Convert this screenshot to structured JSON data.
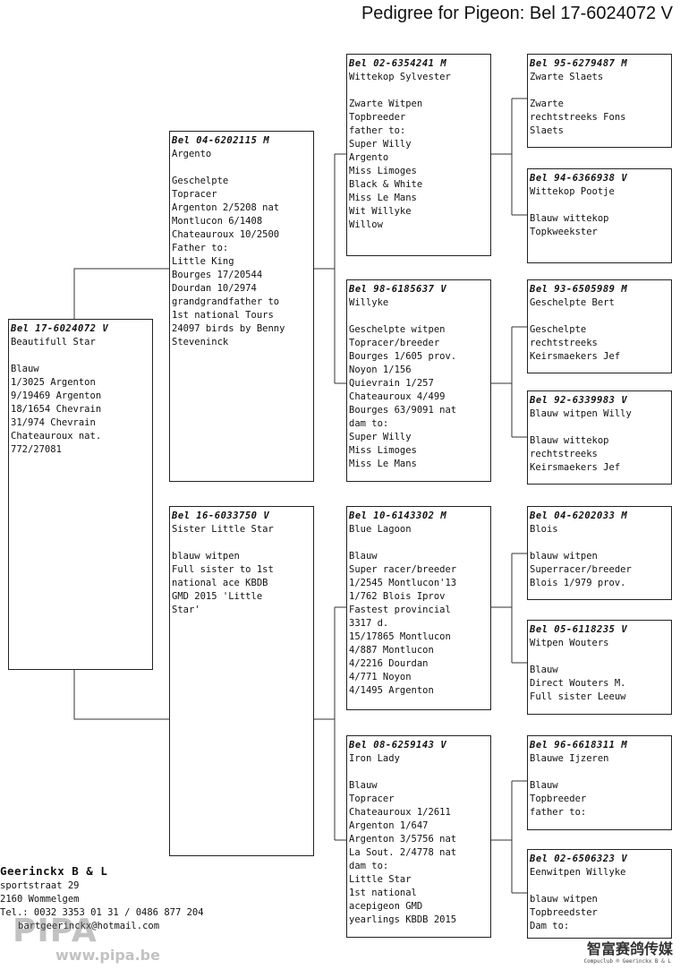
{
  "title": "Pedigree for Pigeon: Bel 17-6024072 V",
  "pigeons": {
    "subject": {
      "ring": "Bel 17-6024072 V",
      "name": "Beautifull Star",
      "lines": [
        "Blauw",
        "1/3025 Argenton",
        "9/19469 Argenton",
        "18/1654 Chevrain",
        "31/974 Chevrain",
        "Chateauroux nat.",
        "772/27081"
      ]
    },
    "sire": {
      "ring": "Bel 04-6202115 M",
      "name": "Argento",
      "lines": [
        "Geschelpte",
        "Topracer",
        "Argenton 2/5208 nat",
        "Montlucon 6/1408",
        "Chateauroux 10/2500",
        "Father to:",
        "Little King",
        "Bourges 17/20544",
        "Dourdan 10/2974",
        "grandgrandfather to",
        "1st national Tours",
        "24097 birds by Benny",
        "Steveninck"
      ]
    },
    "dam": {
      "ring": "Bel 16-6033750 V",
      "name": "Sister Little Star",
      "lines": [
        "blauw witpen",
        "Full sister to 1st",
        "national ace KBDB",
        "GMD 2015 'Little",
        "Star'"
      ]
    },
    "ss": {
      "ring": "Bel 02-6354241 M",
      "name": "Wittekop Sylvester",
      "lines": [
        "Zwarte Witpen",
        "Topbreeder",
        "father to:",
        "Super Willy",
        "Argento",
        "Miss Limoges",
        "Black & White",
        "Miss Le Mans",
        "Wit Willyke",
        "Willow"
      ]
    },
    "sd": {
      "ring": "Bel 98-6185637 V",
      "name": "Willyke",
      "lines": [
        "Geschelpte witpen",
        "Topracer/breeder",
        "Bourges 1/605 prov.",
        "Noyon 1/156",
        "Quievrain 1/257",
        "Chateauroux 4/499",
        "Bourges 63/9091 nat",
        "dam to:",
        "Super Willy",
        "Miss Limoges",
        "Miss Le Mans"
      ]
    },
    "ds": {
      "ring": "Bel 10-6143302 M",
      "name": "Blue Lagoon",
      "lines": [
        "Blauw",
        "Super racer/breeder",
        "1/2545 Montlucon'13",
        "1/762 Blois Iprov",
        "Fastest provincial",
        "3317 d.",
        "15/17865 Montlucon",
        "4/887 Montlucon",
        "4/2216 Dourdan",
        "4/771 Noyon",
        "4/1495 Argenton"
      ]
    },
    "dd": {
      "ring": "Bel 08-6259143 V",
      "name": "Iron Lady",
      "lines": [
        "Blauw",
        "Topracer",
        "Chateauroux 1/2611",
        "Argenton 1/647",
        "Argenton 3/5756 nat",
        "La Sout. 2/4778 nat",
        "dam to:",
        "Little Star",
        "1st national",
        "acepigeon GMD",
        "yearlings KBDB 2015"
      ]
    },
    "sss": {
      "ring": "Bel 95-6279487 M",
      "name": "Zwarte Slaets",
      "lines": [
        "Zwarte",
        "rechtstreeks Fons",
        "Slaets"
      ]
    },
    "ssd": {
      "ring": "Bel 94-6366938 V",
      "name": "Wittekop Pootje",
      "lines": [
        "Blauw wittekop",
        "Topkweekster"
      ]
    },
    "sds": {
      "ring": "Bel 93-6505989 M",
      "name": "Geschelpte Bert",
      "lines": [
        "Geschelpte",
        "rechtstreeks",
        "Keirsmaekers Jef"
      ]
    },
    "sdd": {
      "ring": "Bel 92-6339983 V",
      "name": "Blauw witpen Willy",
      "lines": [
        "Blauw wittekop",
        "rechtstreeks",
        "Keirsmaekers Jef"
      ]
    },
    "dss": {
      "ring": "Bel 04-6202033 M",
      "name": "Blois",
      "lines": [
        "blauw witpen",
        "Superracer/breeder",
        "Blois 1/979 prov."
      ]
    },
    "dsd": {
      "ring": "Bel 05-6118235 V",
      "name": "Witpen Wouters",
      "lines": [
        "Blauw",
        "Direct Wouters M.",
        "Full sister Leeuw"
      ]
    },
    "dds": {
      "ring": "Bel 96-6618311 M",
      "name": "Blauwe Ijzeren",
      "lines": [
        "Blauw",
        "Topbreeder",
        "father to:"
      ]
    },
    "ddd": {
      "ring": "Bel 02-6506323 V",
      "name": "Eenwitpen Willyke",
      "lines": [
        "blauw witpen",
        "Topbreedster",
        "Dam to:"
      ]
    }
  },
  "breeder": {
    "name": "Geerinckx B & L",
    "street": "sportstraat 29",
    "city": "2160  Wommelgem",
    "phone": "Tel.: 0032 3353 01 31 / 0486 877 204",
    "email": "bartgeerinckx@hotmail.com"
  },
  "watermark": {
    "logo": "PIPA",
    "site": "www.pipa.be",
    "right": "智富赛鸽传媒",
    "bottom": "Compuclub ® Geerinckx B & L"
  }
}
